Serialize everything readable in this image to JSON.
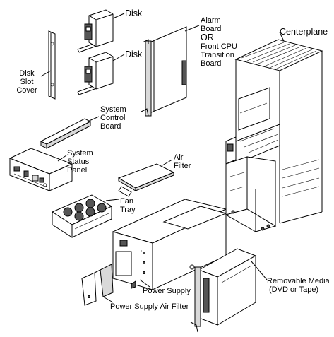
{
  "labels": {
    "disk_top": "Disk",
    "disk_mid": "Disk",
    "alarm_board": [
      "Alarm",
      "Board",
      "OR",
      "Front CPU",
      "Transition",
      "Board"
    ],
    "centerplane": "Centerplane",
    "disk_slot_cover": [
      "Disk",
      "Slot",
      "Cover"
    ],
    "system_control_board": [
      "System",
      "Control",
      "Board"
    ],
    "system_status_panel": [
      "System",
      "Status",
      "Panel"
    ],
    "air_filter": [
      "Air",
      "Filter"
    ],
    "fan_tray": [
      "Fan",
      "Tray"
    ],
    "power_supply": "Power Supply",
    "power_supply_air_filter": "Power Supply Air Filter",
    "removable_media": [
      "Removable Media",
      "(DVD or Tape)"
    ]
  }
}
